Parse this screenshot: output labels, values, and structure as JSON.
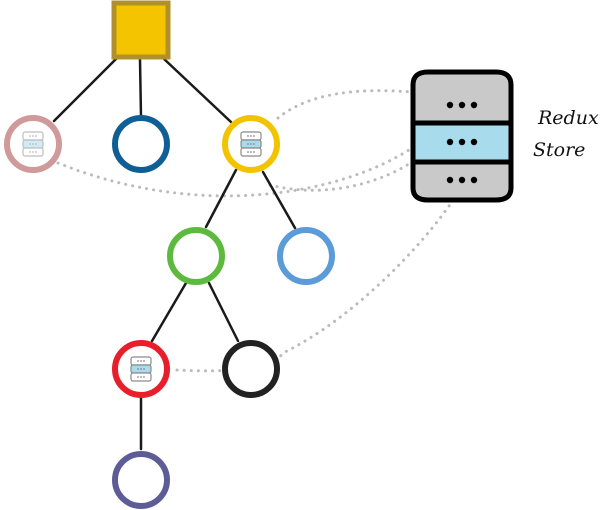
{
  "store": {
    "label_line1": "Redux",
    "label_line2": "Store"
  },
  "colors": {
    "root": "#F5C400",
    "root_border": "#B0902A",
    "store_top": "#C9C9C9",
    "store_middle": "#A8DCEC",
    "store_bottom": "#C9C9C9",
    "store_outline": "#000000",
    "node_rose": "#D09A9A",
    "node_navy": "#0F5F96",
    "node_yellow": "#F2C300",
    "node_green": "#5CBB3E",
    "node_lightblue": "#5B9BD8",
    "node_red": "#E81E2A",
    "node_black": "#222222",
    "node_purple": "#5E5C96",
    "edge": "#1a1a1a",
    "dotted_link": "#BBBBBB"
  },
  "nodes": [
    {
      "id": "root",
      "shape": "square",
      "color_key": "root",
      "icon": null
    },
    {
      "id": "node-rose",
      "shape": "circle",
      "color_key": "node_rose",
      "icon": "database-icon"
    },
    {
      "id": "node-navy",
      "shape": "circle",
      "color_key": "node_navy",
      "icon": null
    },
    {
      "id": "node-yellow",
      "shape": "circle",
      "color_key": "node_yellow",
      "icon": "database-icon"
    },
    {
      "id": "node-green",
      "shape": "circle",
      "color_key": "node_green",
      "icon": null
    },
    {
      "id": "node-lightblue",
      "shape": "circle",
      "color_key": "node_lightblue",
      "icon": null
    },
    {
      "id": "node-red",
      "shape": "circle",
      "color_key": "node_red",
      "icon": "database-icon"
    },
    {
      "id": "node-black",
      "shape": "circle",
      "color_key": "node_black",
      "icon": null
    },
    {
      "id": "node-purple",
      "shape": "circle",
      "color_key": "node_purple",
      "icon": null
    }
  ],
  "edges": [
    [
      "root",
      "node-rose"
    ],
    [
      "root",
      "node-navy"
    ],
    [
      "root",
      "node-yellow"
    ],
    [
      "node-yellow",
      "node-green"
    ],
    [
      "node-yellow",
      "node-lightblue"
    ],
    [
      "node-green",
      "node-red"
    ],
    [
      "node-green",
      "node-black"
    ],
    [
      "node-red",
      "node-purple"
    ]
  ],
  "store_links": [
    "node-rose",
    "node-yellow",
    "node-black"
  ]
}
